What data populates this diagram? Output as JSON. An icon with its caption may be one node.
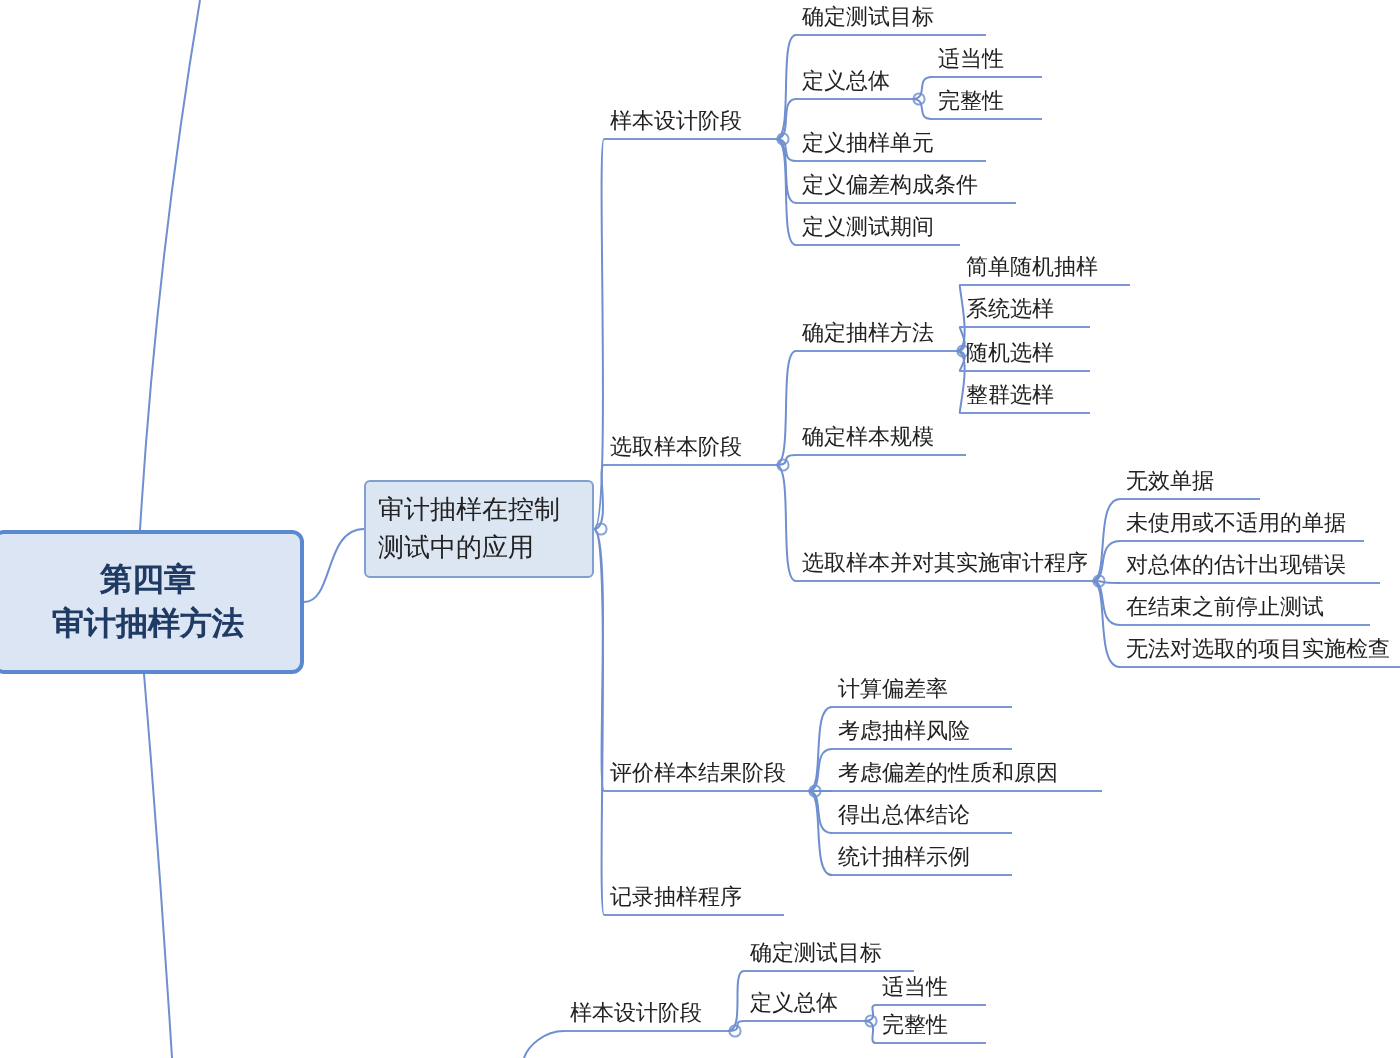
{
  "diagram": {
    "nodes": [
      {
        "text": [
          "第四章",
          "审计抽样方法"
        ]
      },
      {
        "text": [
          "审计抽样在控制测试中的应用"
        ]
      },
      {
        "text": [
          "样本设计阶段"
        ]
      },
      {
        "text": [
          "确定测试目标"
        ]
      },
      {
        "text": [
          "定义总体"
        ]
      },
      {
        "text": [
          "适当性"
        ]
      },
      {
        "text": [
          "完整性"
        ]
      },
      {
        "text": [
          "定义抽样单元"
        ]
      },
      {
        "text": [
          "定义偏差构成条件"
        ]
      },
      {
        "text": [
          "定义测试期间"
        ]
      },
      {
        "text": [
          "选取样本阶段"
        ]
      },
      {
        "text": [
          "确定抽样方法"
        ]
      },
      {
        "text": [
          "简单随机抽样"
        ]
      },
      {
        "text": [
          "系统选样"
        ]
      },
      {
        "text": [
          "随机选样"
        ]
      },
      {
        "text": [
          "整群选样"
        ]
      },
      {
        "text": [
          "确定样本规模"
        ]
      },
      {
        "text": [
          "选取样本并对其实施审计程序"
        ]
      },
      {
        "text": [
          "无效单据"
        ]
      },
      {
        "text": [
          "未使用或不适用的单据"
        ]
      },
      {
        "text": [
          "对总体的估计出现错误"
        ]
      },
      {
        "text": [
          "在结束之前停止测试"
        ]
      },
      {
        "text": [
          "无法对选取的项目实施检查"
        ]
      },
      {
        "text": [
          "评价样本结果阶段"
        ]
      },
      {
        "text": [
          "计算偏差率"
        ]
      },
      {
        "text": [
          "考虑抽样风险"
        ]
      },
      {
        "text": [
          "考虑偏差的性质和原因"
        ]
      },
      {
        "text": [
          "得出总体结论"
        ]
      },
      {
        "text": [
          "统计抽样示例"
        ]
      },
      {
        "text": [
          "记录抽样程序"
        ]
      },
      {
        "text": [
          "样本设计阶段"
        ]
      },
      {
        "text": [
          "确定测试目标"
        ]
      },
      {
        "text": [
          "定义总体"
        ]
      },
      {
        "text": [
          "适当性"
        ]
      },
      {
        "text": [
          "完整性"
        ]
      }
    ],
    "edges": [
      {
        "from": 0,
        "to": 1,
        "arrow": "none"
      },
      {
        "from": 0,
        "to": null,
        "arrow": "none"
      },
      {
        "from": 0,
        "to": null,
        "arrow": "none"
      },
      {
        "from": 1,
        "to": 2,
        "arrow": "none"
      },
      {
        "from": 1,
        "to": 10,
        "arrow": "none"
      },
      {
        "from": 1,
        "to": 23,
        "arrow": "none"
      },
      {
        "from": 1,
        "to": 29,
        "arrow": "none"
      },
      {
        "from": 2,
        "to": 3,
        "arrow": "none"
      },
      {
        "from": 2,
        "to": 4,
        "arrow": "none"
      },
      {
        "from": 2,
        "to": 7,
        "arrow": "none"
      },
      {
        "from": 2,
        "to": 8,
        "arrow": "none"
      },
      {
        "from": 2,
        "to": 9,
        "arrow": "none"
      },
      {
        "from": 4,
        "to": 5,
        "arrow": "none"
      },
      {
        "from": 4,
        "to": 6,
        "arrow": "none"
      },
      {
        "from": 10,
        "to": 11,
        "arrow": "none"
      },
      {
        "from": 10,
        "to": 16,
        "arrow": "none"
      },
      {
        "from": 10,
        "to": 17,
        "arrow": "none"
      },
      {
        "from": 11,
        "to": 12,
        "arrow": "none"
      },
      {
        "from": 11,
        "to": 13,
        "arrow": "none"
      },
      {
        "from": 11,
        "to": 14,
        "arrow": "none"
      },
      {
        "from": 11,
        "to": 15,
        "arrow": "none"
      },
      {
        "from": 17,
        "to": 18,
        "arrow": "none"
      },
      {
        "from": 17,
        "to": 19,
        "arrow": "none"
      },
      {
        "from": 17,
        "to": 20,
        "arrow": "none"
      },
      {
        "from": 17,
        "to": 21,
        "arrow": "none"
      },
      {
        "from": 17,
        "to": 22,
        "arrow": "none"
      },
      {
        "from": 23,
        "to": 24,
        "arrow": "none"
      },
      {
        "from": 23,
        "to": 25,
        "arrow": "none"
      },
      {
        "from": 23,
        "to": 26,
        "arrow": "none"
      },
      {
        "from": 23,
        "to": 27,
        "arrow": "none"
      },
      {
        "from": 23,
        "to": 28,
        "arrow": "none"
      },
      {
        "from": null,
        "to": 30,
        "arrow": "none"
      },
      {
        "from": 30,
        "to": 31,
        "arrow": "none"
      },
      {
        "from": 30,
        "to": 32,
        "arrow": "none"
      },
      {
        "from": 32,
        "to": 33,
        "arrow": "none"
      },
      {
        "from": 32,
        "to": 34,
        "arrow": "none"
      }
    ]
  }
}
